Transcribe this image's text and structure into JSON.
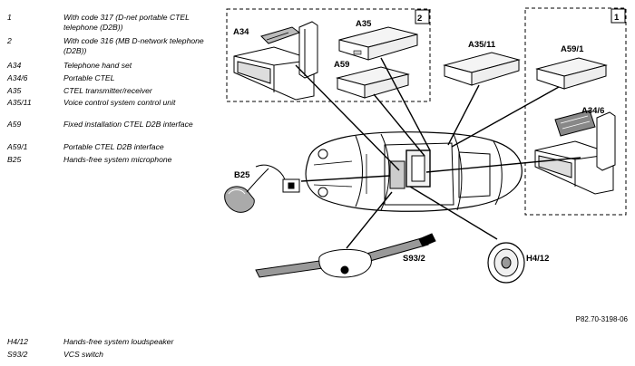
{
  "legend": [
    {
      "code": "1",
      "desc": "With code 317 (D-net portable CTEL telephone (D2B))"
    },
    {
      "code": "2",
      "desc": "With code 316 (MB D-network telephone (D2B))"
    },
    {
      "code": "A34",
      "desc": "Telephone hand set"
    },
    {
      "code": "A34/6",
      "desc": "Portable CTEL"
    },
    {
      "code": "A35",
      "desc": "CTEL transmitter/receiver"
    },
    {
      "code": "A35/11",
      "desc": "Voice control system control unit"
    },
    {
      "code": "A59",
      "desc": "Fixed installation CTEL D2B interface"
    },
    {
      "code": "A59/1",
      "desc": "Portable CTEL D2B interface"
    },
    {
      "code": "B25",
      "desc": "Hands-free system microphone"
    },
    {
      "code": "H4/12",
      "desc": "Hands-free system loudspeaker"
    },
    {
      "code": "S93/2",
      "desc": "VCS switch"
    }
  ],
  "diagram": {
    "labels": {
      "box2": "2",
      "box1": "1",
      "a34": "A34",
      "a35": "A35",
      "a59": "A59",
      "a35_11": "A35/11",
      "a59_1": "A59/1",
      "a34_6": "A34/6",
      "b25": "B25",
      "s93_2": "S93/2",
      "h4_12": "H4/12"
    },
    "reference": "P82.70-3198-06"
  }
}
